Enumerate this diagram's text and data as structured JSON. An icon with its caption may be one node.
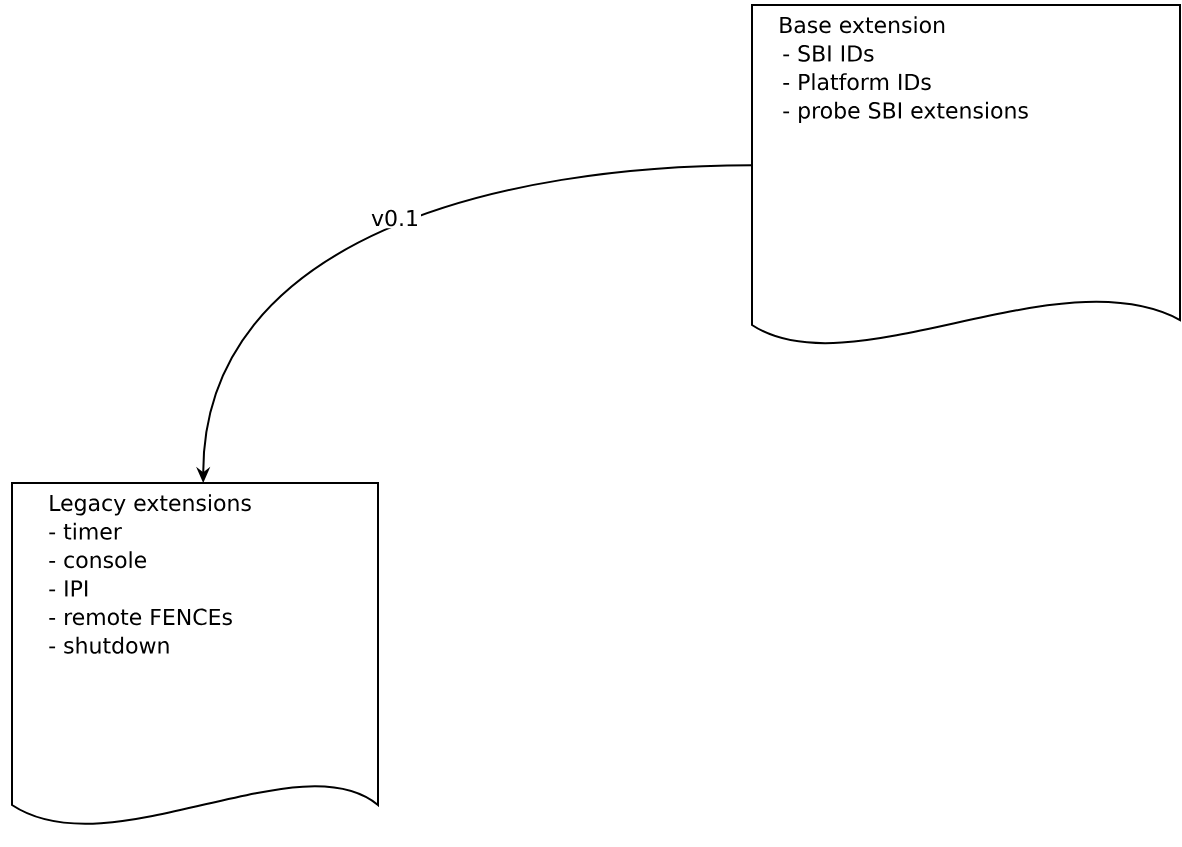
{
  "diagram": {
    "nodes": [
      {
        "text": [
          "Base extension",
          "- SBI IDs",
          "- Platform IDs",
          "- probe SBI extensions"
        ]
      },
      {
        "text": [
          "Legacy extensions",
          "- timer",
          "- console",
          "- IPI",
          "- remote FENCEs",
          "- shutdown"
        ]
      }
    ],
    "edges": [
      {
        "from": 0,
        "to": 1,
        "arrow": "to",
        "label": "v0.1"
      }
    ]
  }
}
